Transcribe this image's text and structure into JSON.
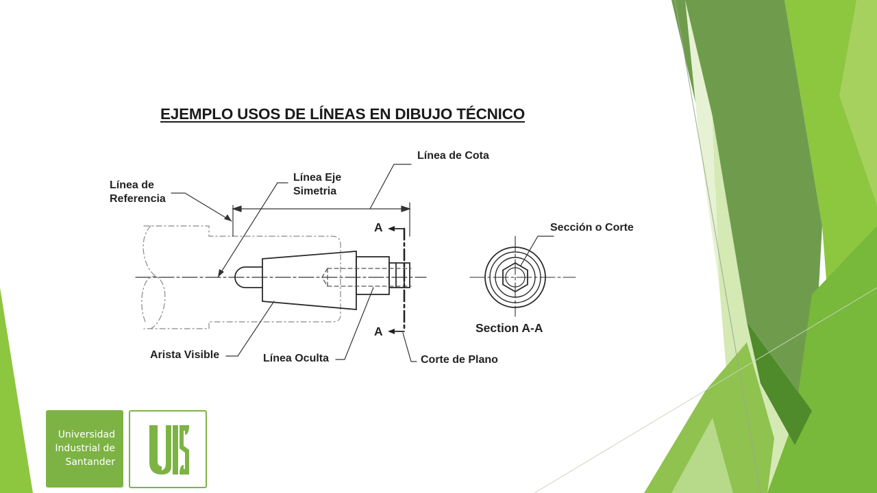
{
  "slide": {
    "title": "EJEMPLO USOS DE LÍNEAS EN DIBUJO TÉCNICO",
    "accent_colors": [
      "#8dc63f",
      "#6a9c3e",
      "#4f8a2b",
      "#c9e2a4",
      "#a7d15e"
    ]
  },
  "diagram": {
    "labels": {
      "linea_de_cota": "Línea de Cota",
      "linea_de_referencia": "Línea de\nReferencia",
      "linea_eje_simetria": "Línea Eje\nSimetria",
      "section_marker_top": "A",
      "section_marker_bottom": "A",
      "seccion_o_corte": "Sección o Corte",
      "section_a_a": "Section A-A",
      "arista_visible": "Arista Visible",
      "linea_oculta": "Línea Oculta",
      "corte_de_plano": "Corte de Plano"
    }
  },
  "logo": {
    "text": "Universidad\nIndustrial de\nSantander",
    "emblem_name": "uis-emblem-icon",
    "color": "#7db344"
  }
}
